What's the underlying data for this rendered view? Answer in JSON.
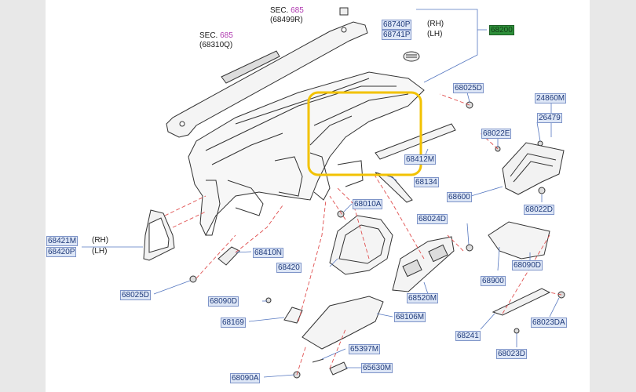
{
  "parts": {
    "p68740P": "68740P",
    "p68741P": "68741P",
    "p68200": "68200",
    "p68025D_top": "68025D",
    "p24860M": "24860M",
    "p26479": "26479",
    "p68022E": "68022E",
    "p68412M": "68412M",
    "p68134": "68134",
    "p68600": "68600",
    "p68022D": "68022D",
    "p68010A": "68010A",
    "p68024D": "68024D",
    "p68421M": "68421M",
    "p68420P": "68420P",
    "p68410N": "68410N",
    "p68420": "68420",
    "p68900": "68900",
    "p68090D_right": "68090D",
    "p68025D_left": "68025D",
    "p68520M": "68520M",
    "p68090D_left": "68090D",
    "p68169": "68169",
    "p68106M": "68106M",
    "p68241": "68241",
    "p68023DA": "68023DA",
    "p68023D": "68023D",
    "p65397M": "65397M",
    "p65630M": "65630M",
    "p68090A": "68090A"
  },
  "labels": {
    "sec_label_1": "SEC.",
    "sec_num_1": "685",
    "sec_ref_1": "(68499R)",
    "sec_label_2": "SEC.",
    "sec_num_2": "685",
    "sec_ref_2": "(68310Q)",
    "rh_1": "(RH)",
    "lh_1": "(LH)",
    "rh_2": "(RH)",
    "lh_2": "(LH)"
  },
  "colors": {
    "highlight": "#f2c200",
    "leader_red": "#e05050",
    "leader_blue": "#5577c0",
    "green_part": "#2e8f3a",
    "sec_number": "#b03ab0"
  }
}
